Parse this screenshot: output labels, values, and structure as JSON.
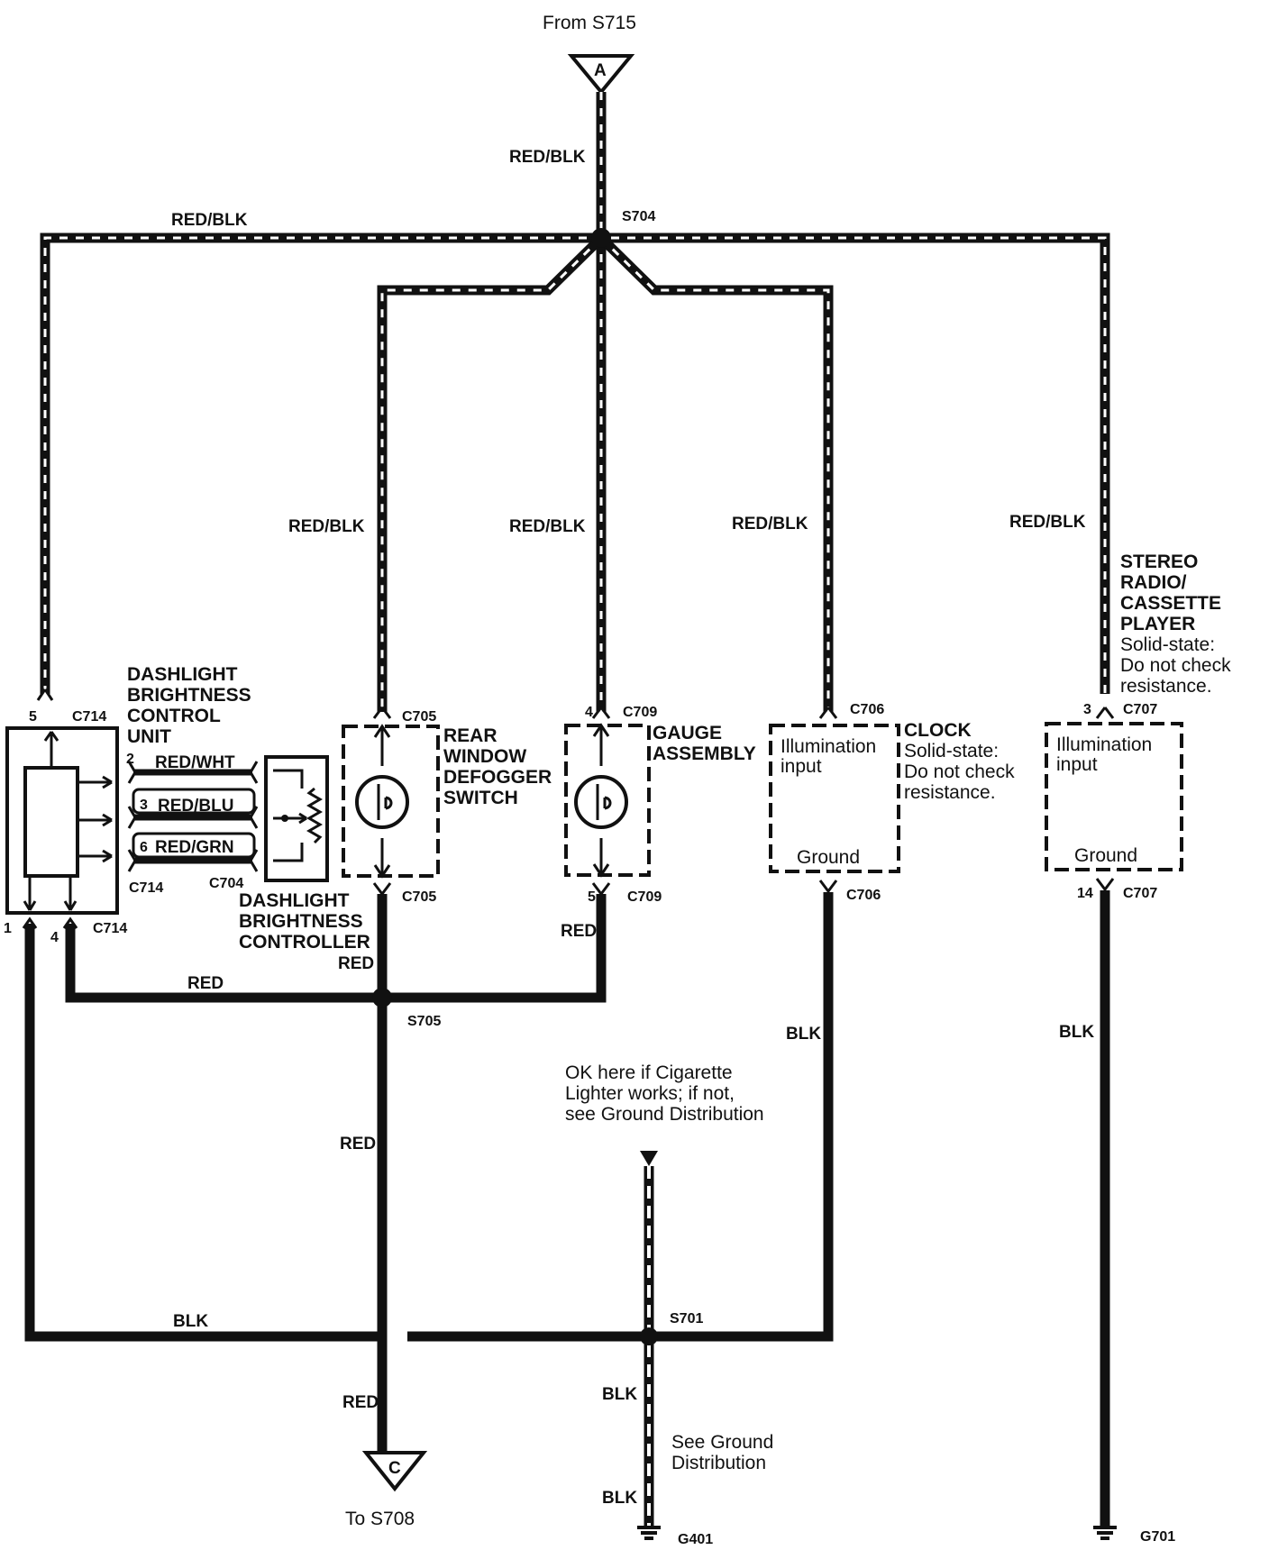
{
  "source": {
    "text": "From S715",
    "connector": "A"
  },
  "destination": {
    "text": "To S708",
    "connector": "C"
  },
  "wire_labels": {
    "main_in": "RED/BLK",
    "top_left": "RED/BLK",
    "switch_feed": "RED/BLK",
    "gauge_feed": "RED/BLK",
    "clock_feed": "RED/BLK",
    "radio_feed": "RED/BLK",
    "red_wht": "RED/WHT",
    "red_blu": "RED/BLU",
    "red_grn": "RED/GRN",
    "red_gauge": "RED",
    "red_switch": "RED",
    "red_bus": "RED",
    "red_down1": "RED",
    "red_down2": "RED",
    "blk_bus": "BLK",
    "blk_clock": "BLK",
    "blk_radio": "BLK",
    "blk_ground1": "BLK",
    "blk_ground2": "BLK"
  },
  "splices": {
    "s704": "S704",
    "s705": "S705",
    "s701": "S701"
  },
  "connectors": {
    "c714_top": "C714",
    "c714_mid1": "C714",
    "c714_bot": "C714",
    "c704": "C704",
    "c705_top": "C705",
    "c705_bot": "C705",
    "c709_top": "C709",
    "c709_bot": "C709",
    "c706_top": "C706",
    "c706_bot": "C706",
    "c707_top": "C707",
    "c707_bot": "C707"
  },
  "pins": {
    "c714_5": "5",
    "c714_1": "1",
    "c714_4": "4",
    "p2": "2",
    "p3": "3",
    "p6": "6",
    "c709_4": "4",
    "c709_5": "5",
    "c707_3": "3",
    "c707_14": "14"
  },
  "components": {
    "control_unit": [
      "DASHLIGHT",
      "BRIGHTNESS",
      "CONTROL",
      "UNIT"
    ],
    "controller": [
      "DASHLIGHT",
      "BRIGHTNESS",
      "CONTROLLER"
    ],
    "defogger": [
      "REAR",
      "WINDOW",
      "DEFOGGER",
      "SWITCH"
    ],
    "gauge": [
      "GAUGE",
      "ASSEMBLY"
    ],
    "clock_title": "CLOCK",
    "clock_note": [
      "Solid-state:",
      "Do not check",
      "resistance."
    ],
    "radio_title": [
      "STEREO",
      "RADIO/",
      "CASSETTE",
      "PLAYER"
    ],
    "radio_note": [
      "Solid-state:",
      "Do not check",
      "resistance."
    ],
    "clock_illum": [
      "Illumination",
      "input"
    ],
    "clock_ground": "Ground",
    "radio_illum": [
      "Illumination",
      "input"
    ],
    "radio_ground": "Ground"
  },
  "notes": {
    "cigarette": [
      "OK here if Cigarette",
      "Lighter works; if not,",
      "see Ground Distribution"
    ],
    "ground_dist": [
      "See Ground",
      "Distribution"
    ]
  },
  "grounds": {
    "g401": "G401",
    "g701": "G701"
  }
}
